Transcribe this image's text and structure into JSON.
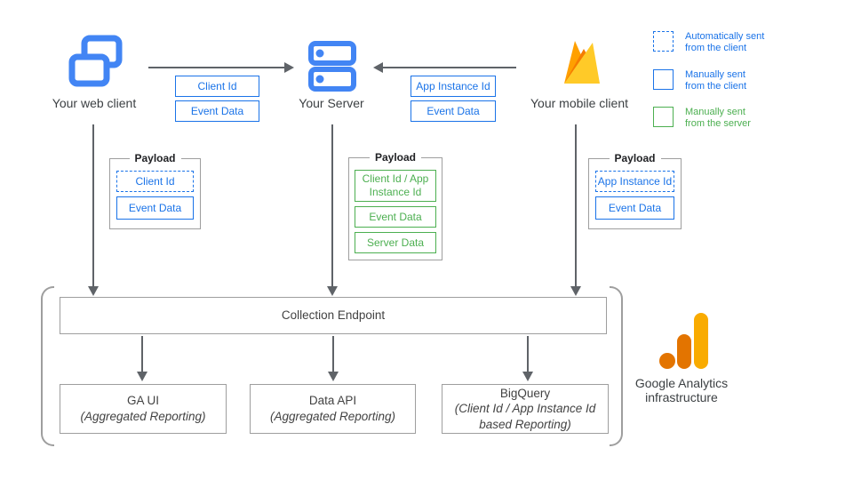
{
  "nodes": {
    "web_client": {
      "label": "Your web client"
    },
    "server": {
      "label": "Your Server"
    },
    "mobile_client": {
      "label": "Your mobile client"
    }
  },
  "flows": {
    "web_to_server": {
      "tags": [
        "Client Id",
        "Event Data"
      ]
    },
    "mobile_to_server": {
      "tags": [
        "App Instance Id",
        "Event Data"
      ]
    }
  },
  "payloads": [
    {
      "title": "Payload",
      "items": [
        {
          "label": "Client Id",
          "style": "dashed-blue"
        },
        {
          "label": "Event Data",
          "style": "solid-blue"
        }
      ]
    },
    {
      "title": "Payload",
      "items": [
        {
          "label": "Client Id / App Instance Id",
          "style": "solid-green"
        },
        {
          "label": "Event Data",
          "style": "solid-green"
        },
        {
          "label": "Server Data",
          "style": "solid-green"
        }
      ]
    },
    {
      "title": "Payload",
      "items": [
        {
          "label": "App Instance Id",
          "style": "dashed-blue"
        },
        {
          "label": "Event Data",
          "style": "solid-blue"
        }
      ]
    }
  ],
  "legend": [
    {
      "swatch": "dashed-blue",
      "line1": "Automatically sent",
      "line2": "from the client"
    },
    {
      "swatch": "solid-blue",
      "line1": "Manually sent",
      "line2": "from the client"
    },
    {
      "swatch": "solid-green",
      "line1": "Manually sent",
      "line2": "from the server"
    }
  ],
  "infrastructure": {
    "collection_endpoint": "Collection Endpoint",
    "outputs": [
      {
        "title": "GA UI",
        "subtitle": "(Aggregated Reporting)"
      },
      {
        "title": "Data API",
        "subtitle": "(Aggregated Reporting)"
      },
      {
        "title": "BigQuery",
        "subtitle": "(Client Id / App Instance Id based Reporting)"
      }
    ],
    "caption_line1": "Google Analytics",
    "caption_line2": "infrastructure"
  },
  "colors": {
    "blue": "#1a73e8",
    "green": "#4caf50",
    "icon_blue": "#4285f4",
    "arrow_gray": "#5f6368",
    "box_border": "#9e9e9e",
    "ga_orange": "#E37400",
    "ga_amber": "#F9AB00",
    "firebase_amber": "#FFA000",
    "firebase_orange": "#F57C00",
    "firebase_yellow": "#FFCA28"
  }
}
